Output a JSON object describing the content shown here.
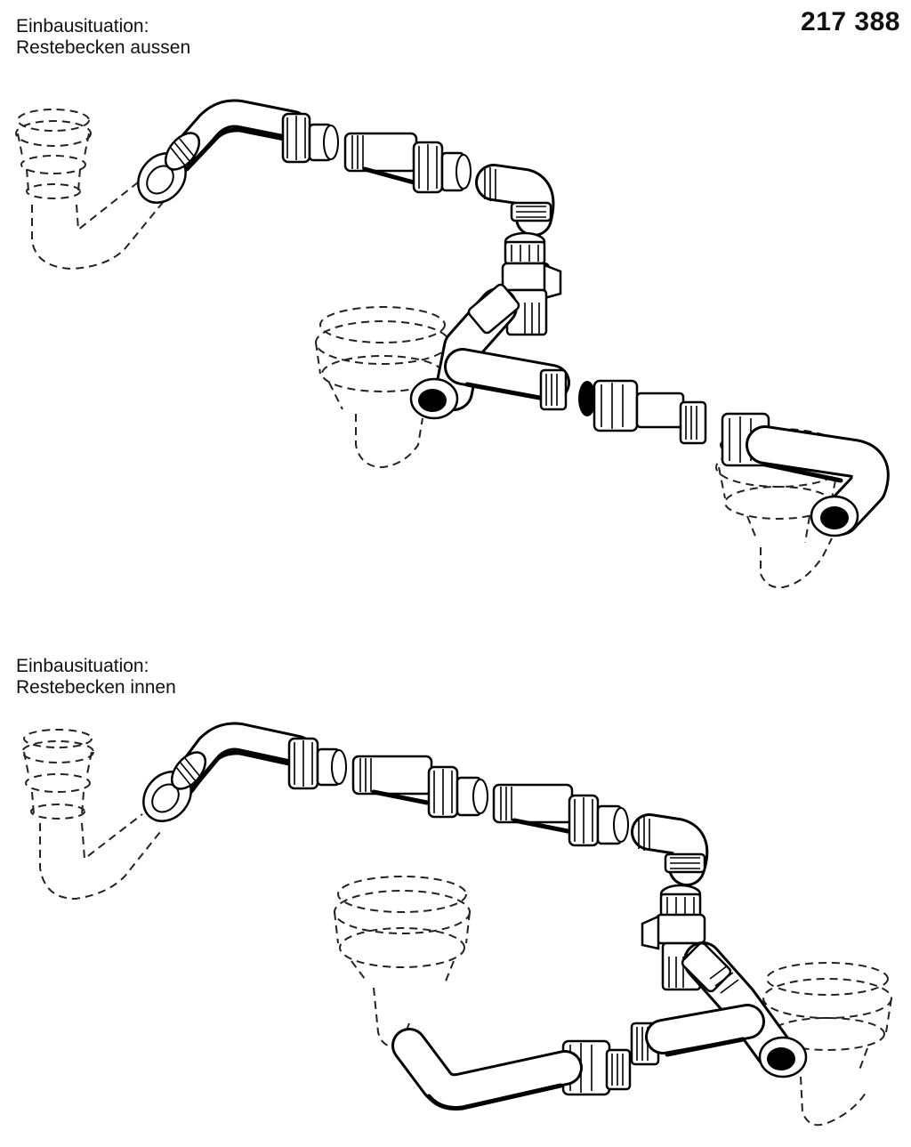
{
  "header": {
    "part_number": "217 388"
  },
  "sections": [
    {
      "caption_line1": "Einbausituation:",
      "caption_line2": "Restebecken aussen"
    },
    {
      "caption_line1": "Einbausituation:",
      "caption_line2": "Restebecken innen"
    }
  ],
  "colors": {
    "line": "#000000",
    "background": "#ffffff"
  }
}
